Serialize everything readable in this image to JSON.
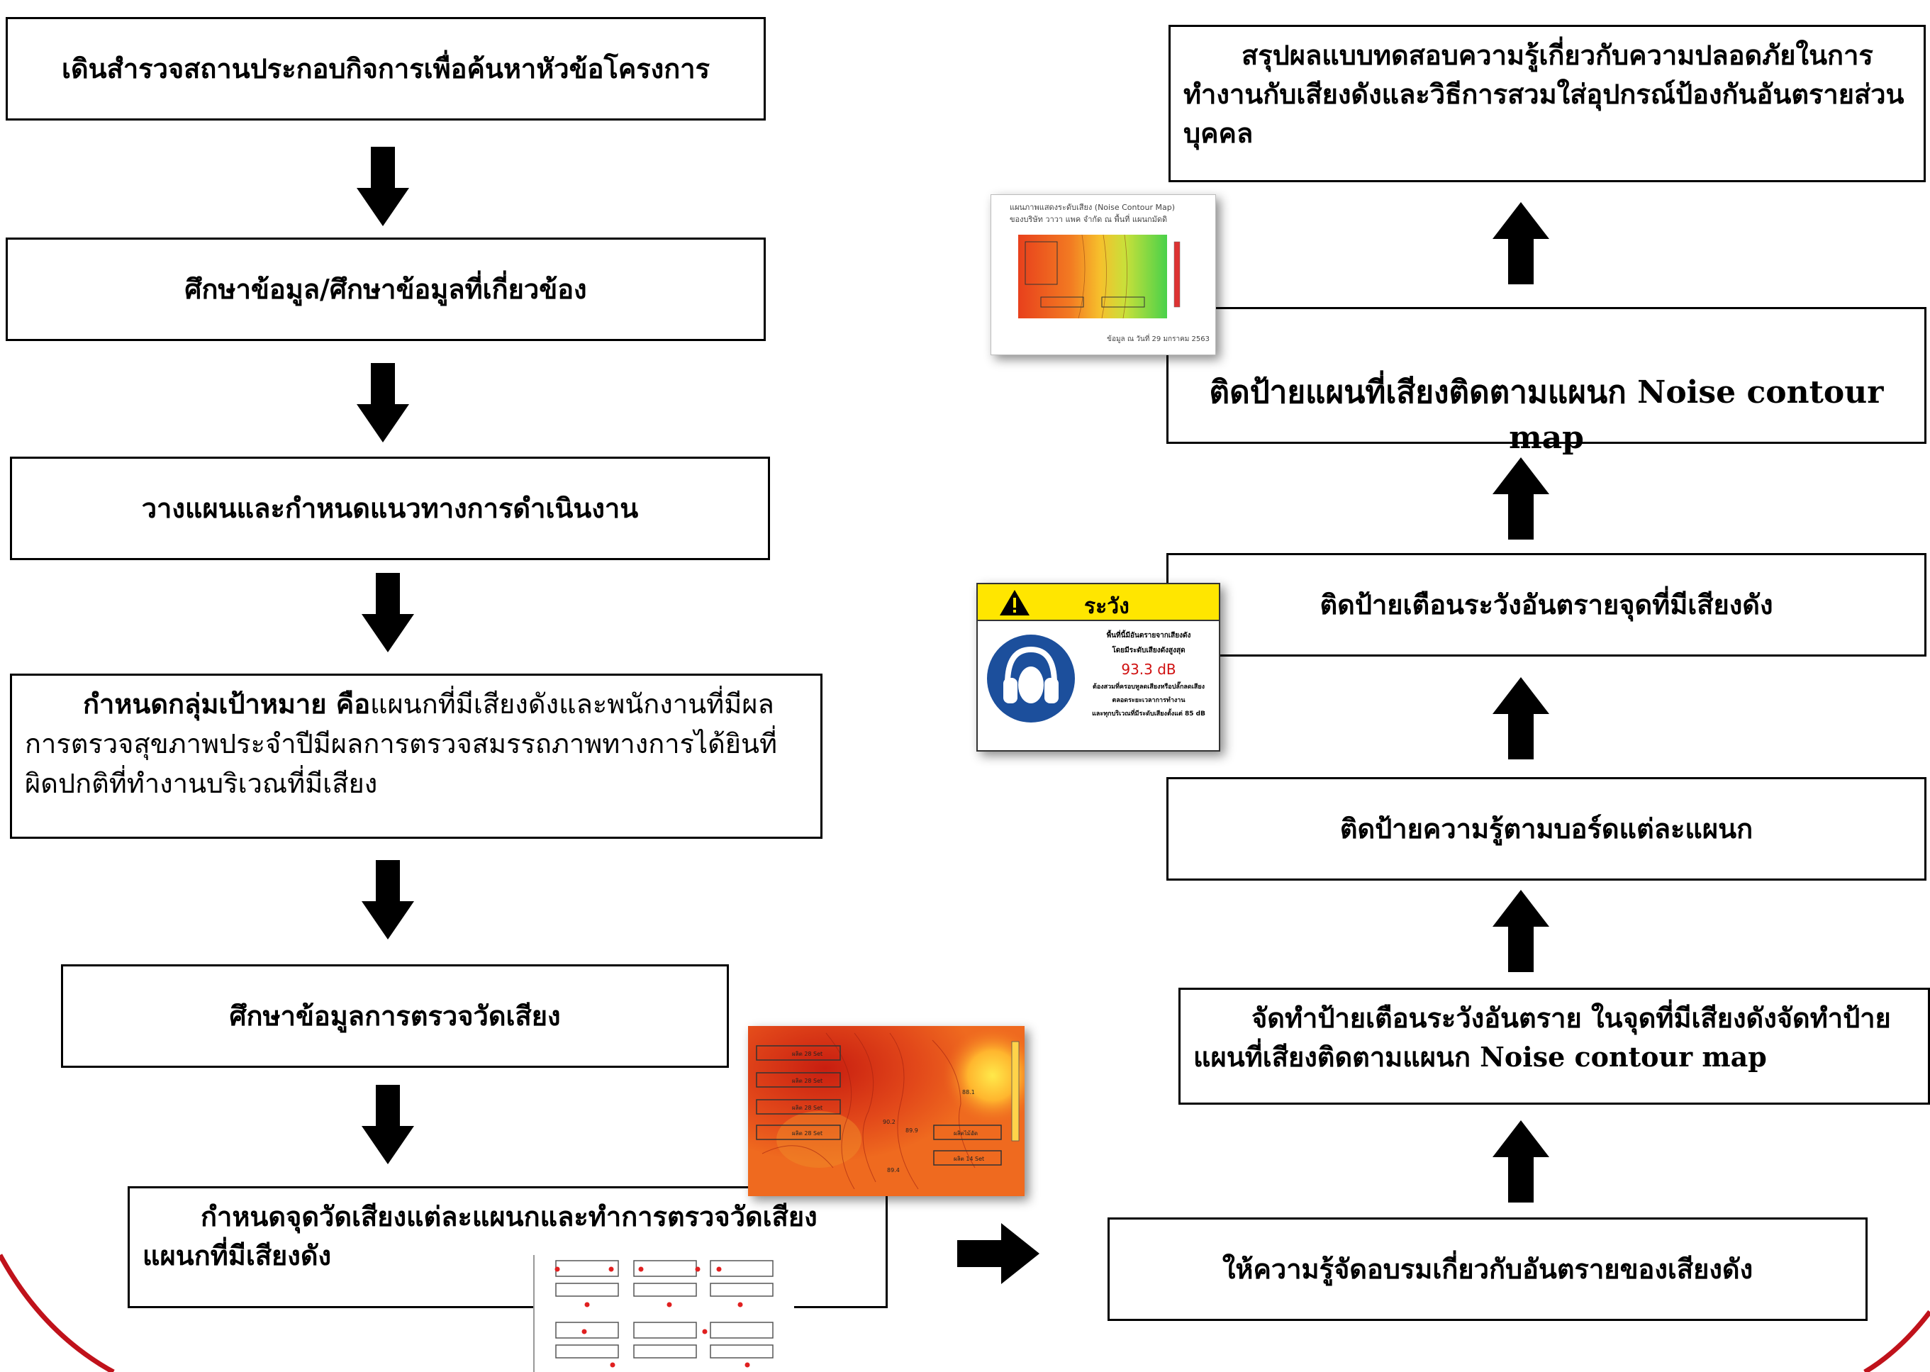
{
  "left_flow": {
    "step1": "เดินสำรวจสถานประกอบกิจการเพื่อค้นหาหัวข้อโครงการ",
    "step2": "ศึกษาข้อมูล/ศึกษาข้อมูลที่เกี่ยวข้อง",
    "step3": "วางแผนและกำหนดแนวทางการดำเนินงาน",
    "step4_bold": "กำหนดกลุ่มเป้าหมาย คือ",
    "step4_rest": "แผนกที่มีเสียงดังและพนักงานที่มีผลการตรวจสุขภาพประจำปีมีผลการตรวจสมรรถภาพทางการได้ยินที่ผิดปกติที่ทำงานบริเวณที่มีเสียง",
    "step5": "ศึกษาข้อมูลการตรวจวัดเสียง",
    "step6": "กำหนดจุดวัดเสียงแต่ละแผนกและทำการตรวจวัดเสียงแผนกที่มีเสียงดัง"
  },
  "right_flow": {
    "step7": "ให้ความรู้จัดอบรมเกี่ยวกับอันตรายของเสียงดัง",
    "step8": "จัดทำป้ายเตือนระวังอันตราย ในจุดที่มีเสียงดังจัดทำป้ายแผนที่เสียงติดตามแผนก Noise contour map",
    "step9": "ติดป้ายความรู้ตามบอร์ดแต่ละแผนก",
    "step10": "ติดป้ายเตือนระวังอันตรายจุดที่มีเสียงดัง",
    "step11": "ติดป้ายแผนที่เสียงติดตามแผนก Noise contour map",
    "step12": "สรุปผลแบบทดสอบความรู้เกี่ยวกับความปลอดภัยในการทำงานกับเสียงดังและวิธีการสวมใส่อุปกรณ์ป้องกันอันตรายส่วนบุคคล"
  },
  "contour_thumb_small": {
    "title_line1": "แผนภาพแสดงระดับเสียง (Noise Contour Map)",
    "title_line2": "ของบริษัท วาวา แพค จำกัด ณ พื้นที่ แผนกมัดดิ",
    "footer": "ข้อมูล ณ วันที่ 29 มกราคม 2563"
  },
  "warning_sign": {
    "header": "ระวัง",
    "line1": "พื้นที่นี้มีอันตรายจากเสียงดัง",
    "line2": "โดยมีระดับเสียงดังสูงสุด",
    "level": "93.3 dB",
    "line3": "ต้องสวมที่ครอบหูลดเสียงหรือปลั๊กลดเสียง",
    "line4": "ตลอดระยะเวลาการทำงาน",
    "line5": "และทุกบริเวณที่มีระดับเสียงตั้งแต่ 85 dB"
  },
  "contour_thumb_large": {
    "labels": [
      "ผลิต 28 Set",
      "ผลิต 28 Set",
      "ผลิต 28 Set",
      "ผลิต 28 Set",
      "ผลิตไม้อัด",
      "ผลิต 14 Set"
    ],
    "values": [
      "90.2",
      "89.9",
      "89.4",
      "88.1"
    ]
  },
  "colors": {
    "border": "#000000",
    "arrow": "#000000",
    "accent_red": "#c0121b",
    "warning_yellow": "#ffe600",
    "ppe_blue": "#1c4f9c"
  },
  "icons": {
    "down_arrow": "down-arrow-icon",
    "up_arrow": "up-arrow-icon",
    "right_arrow": "right-arrow-icon",
    "warning": "warning-triangle-icon",
    "ear_protection": "ear-protection-icon"
  }
}
